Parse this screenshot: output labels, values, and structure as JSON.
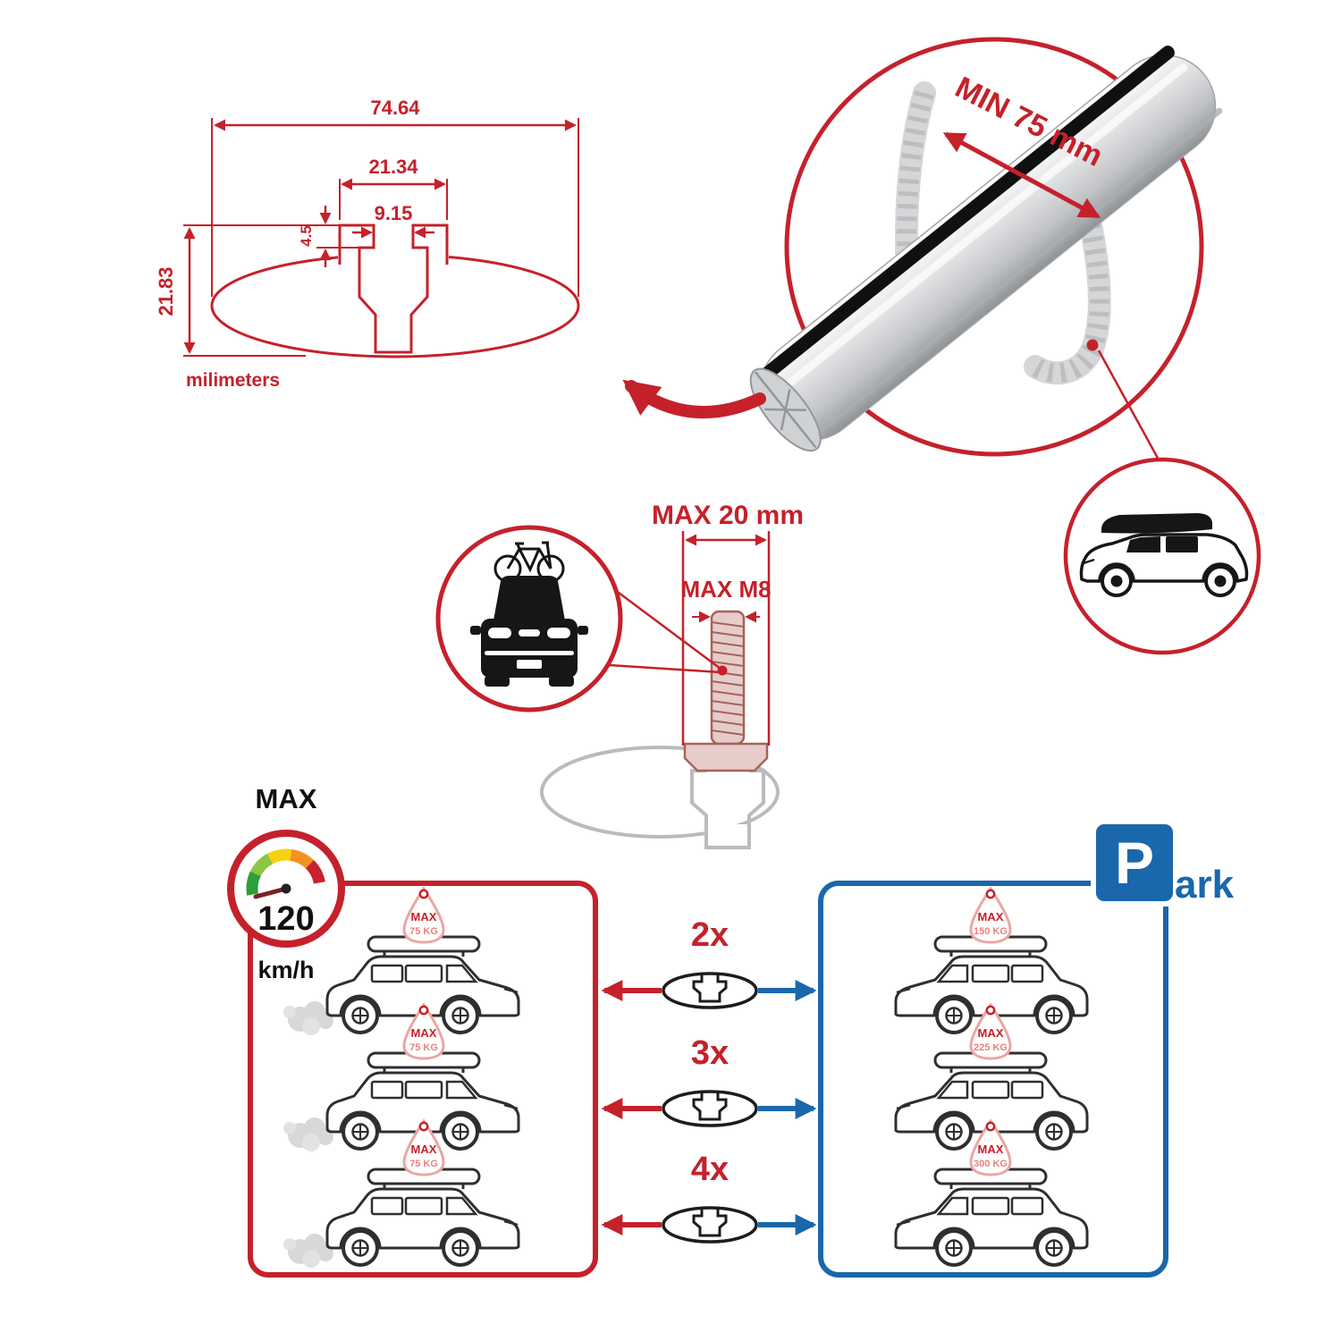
{
  "colors": {
    "accent_red": "#C5212B",
    "accent_blue": "#1A67AC",
    "profile_gray": "#B9BBBD",
    "ink": "#1A1A1A",
    "tag_pink": "#E8827D"
  },
  "cross_section": {
    "total_width": "74.64",
    "channel_width": "21.34",
    "slot_width": "9.15",
    "slot_depth": "4.5",
    "total_height": "21.83",
    "unit_label": "milimeters"
  },
  "bar_detail": {
    "min_span_label": "MIN 75 mm"
  },
  "bolt_detail": {
    "max_head_width_label": "MAX 20 mm",
    "max_thread_label": "MAX M8"
  },
  "speed_limit": {
    "caption": "MAX",
    "value": "120",
    "unit": "km/h"
  },
  "driving_panel": {
    "cars": [
      {
        "tag_caption": "MAX",
        "tag_value": "75 KG"
      },
      {
        "tag_caption": "MAX",
        "tag_value": "75 KG"
      },
      {
        "tag_caption": "MAX",
        "tag_value": "75 KG"
      }
    ]
  },
  "connectors": [
    {
      "count_label": "2x"
    },
    {
      "count_label": "3x"
    },
    {
      "count_label": "4x"
    }
  ],
  "parking_panel": {
    "sign_letter": "P",
    "sign_suffix": "ark",
    "cars": [
      {
        "tag_caption": "MAX",
        "tag_value": "150 KG"
      },
      {
        "tag_caption": "MAX",
        "tag_value": "225 KG"
      },
      {
        "tag_caption": "MAX",
        "tag_value": "300 KG"
      }
    ]
  }
}
